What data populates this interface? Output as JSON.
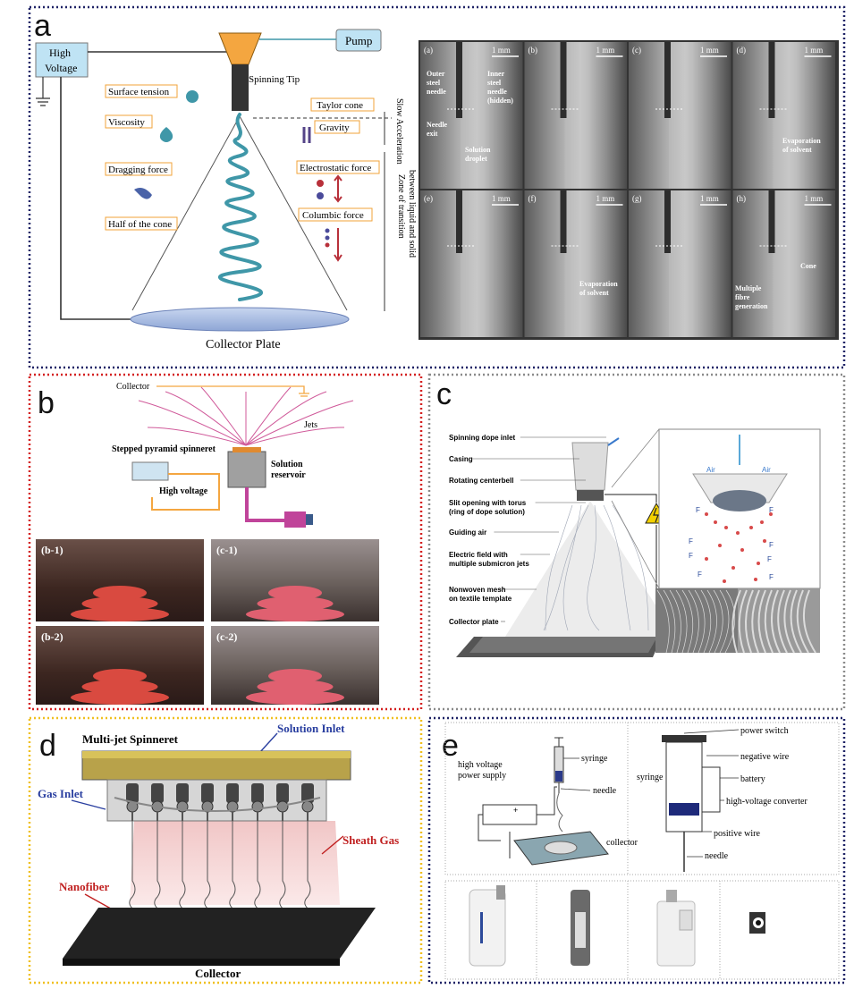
{
  "panels": {
    "a": {
      "letter": "a",
      "left": {
        "high_voltage": [
          "High",
          "Voltage"
        ],
        "pump": "Pump",
        "spinning_tip": "Spinning Tip",
        "surface_tension": "Surface tension",
        "taylor_cone": "Taylor cone",
        "viscosity": "Viscosity",
        "gravity": "Gravity",
        "dragging_force": "Dragging force",
        "electrostatic_force": "Electrostatic force",
        "half_cone": "Half of the cone",
        "columbic_force": "Columbic force",
        "collector_plate": "Collector Plate",
        "slow_acceleration": "Slow Acceleration",
        "zone_transition": [
          "Zone of transition",
          "between liquid and solid"
        ]
      },
      "photos": {
        "labels": [
          "(a)",
          "(b)",
          "(c)",
          "(d)",
          "(e)",
          "(f)",
          "(g)",
          "(h)"
        ],
        "scale": "1 mm",
        "ann_a": {
          "outer": [
            "Outer",
            "steel",
            "needle"
          ],
          "inner": [
            "Inner",
            "steel",
            "needle",
            "(hidden)"
          ],
          "exit": [
            "Needle",
            "exit"
          ],
          "droplet": [
            "Solution",
            "droplet"
          ]
        },
        "ann_d": [
          "Evaporation",
          "of solvent"
        ],
        "ann_f": [
          "Evaporation",
          "of solvent"
        ],
        "ann_h": {
          "cone": "Cone",
          "multiple": [
            "Multiple",
            "fibre",
            "generation"
          ]
        }
      }
    },
    "b": {
      "letter": "b",
      "collector": "Collector",
      "jets": "Jets",
      "spinneret": "Stepped pyramid spinneret",
      "high_voltage": "High voltage",
      "reservoir": [
        "Solution",
        "reservoir"
      ],
      "photo_labels": [
        "(b-1)",
        "(c-1)",
        "(b-2)",
        "(c-2)"
      ]
    },
    "c": {
      "letter": "c",
      "labels": [
        "Spinning dope inlet",
        "Casing",
        "Rotating centerbell",
        "Slit opening with torus",
        "(ring of dope solution)",
        "Guiding  air",
        "Electric field with",
        "multiple submicron  jets",
        "Nonwoven mesh",
        "on textile template",
        "Collector plate"
      ],
      "forces": [
        "Air",
        "Air",
        "F",
        "F",
        "F",
        "F",
        "F",
        "F",
        "F",
        "F"
      ]
    },
    "d": {
      "letter": "d",
      "multi_jet": "Multi-jet Spinneret",
      "solution_inlet": "Solution Inlet",
      "gas_inlet": "Gas Inlet",
      "sheath_gas": "Sheath Gas",
      "nanofiber": "Nanofiber",
      "collector": "Collector"
    },
    "e": {
      "letter": "e",
      "left": {
        "hv": [
          "high voltage",
          "power supply"
        ],
        "syringe": "syringe",
        "needle": "needle",
        "collector": "collector"
      },
      "right": {
        "power_switch": "power switch",
        "negative_wire": "negative wire",
        "battery": "battery",
        "converter": "high-voltage converter",
        "syringe": "syringe",
        "positive_wire": "positive wire",
        "needle": "needle"
      }
    }
  },
  "colors": {
    "navy_border": "#1e2266",
    "red_border": "#d42020",
    "gray_border": "#8a8a8a",
    "yellow_border": "#f0c020",
    "label_box": "#f2a33a",
    "fiber": "#3f97a8",
    "hv_box": "#bfe3f4"
  }
}
